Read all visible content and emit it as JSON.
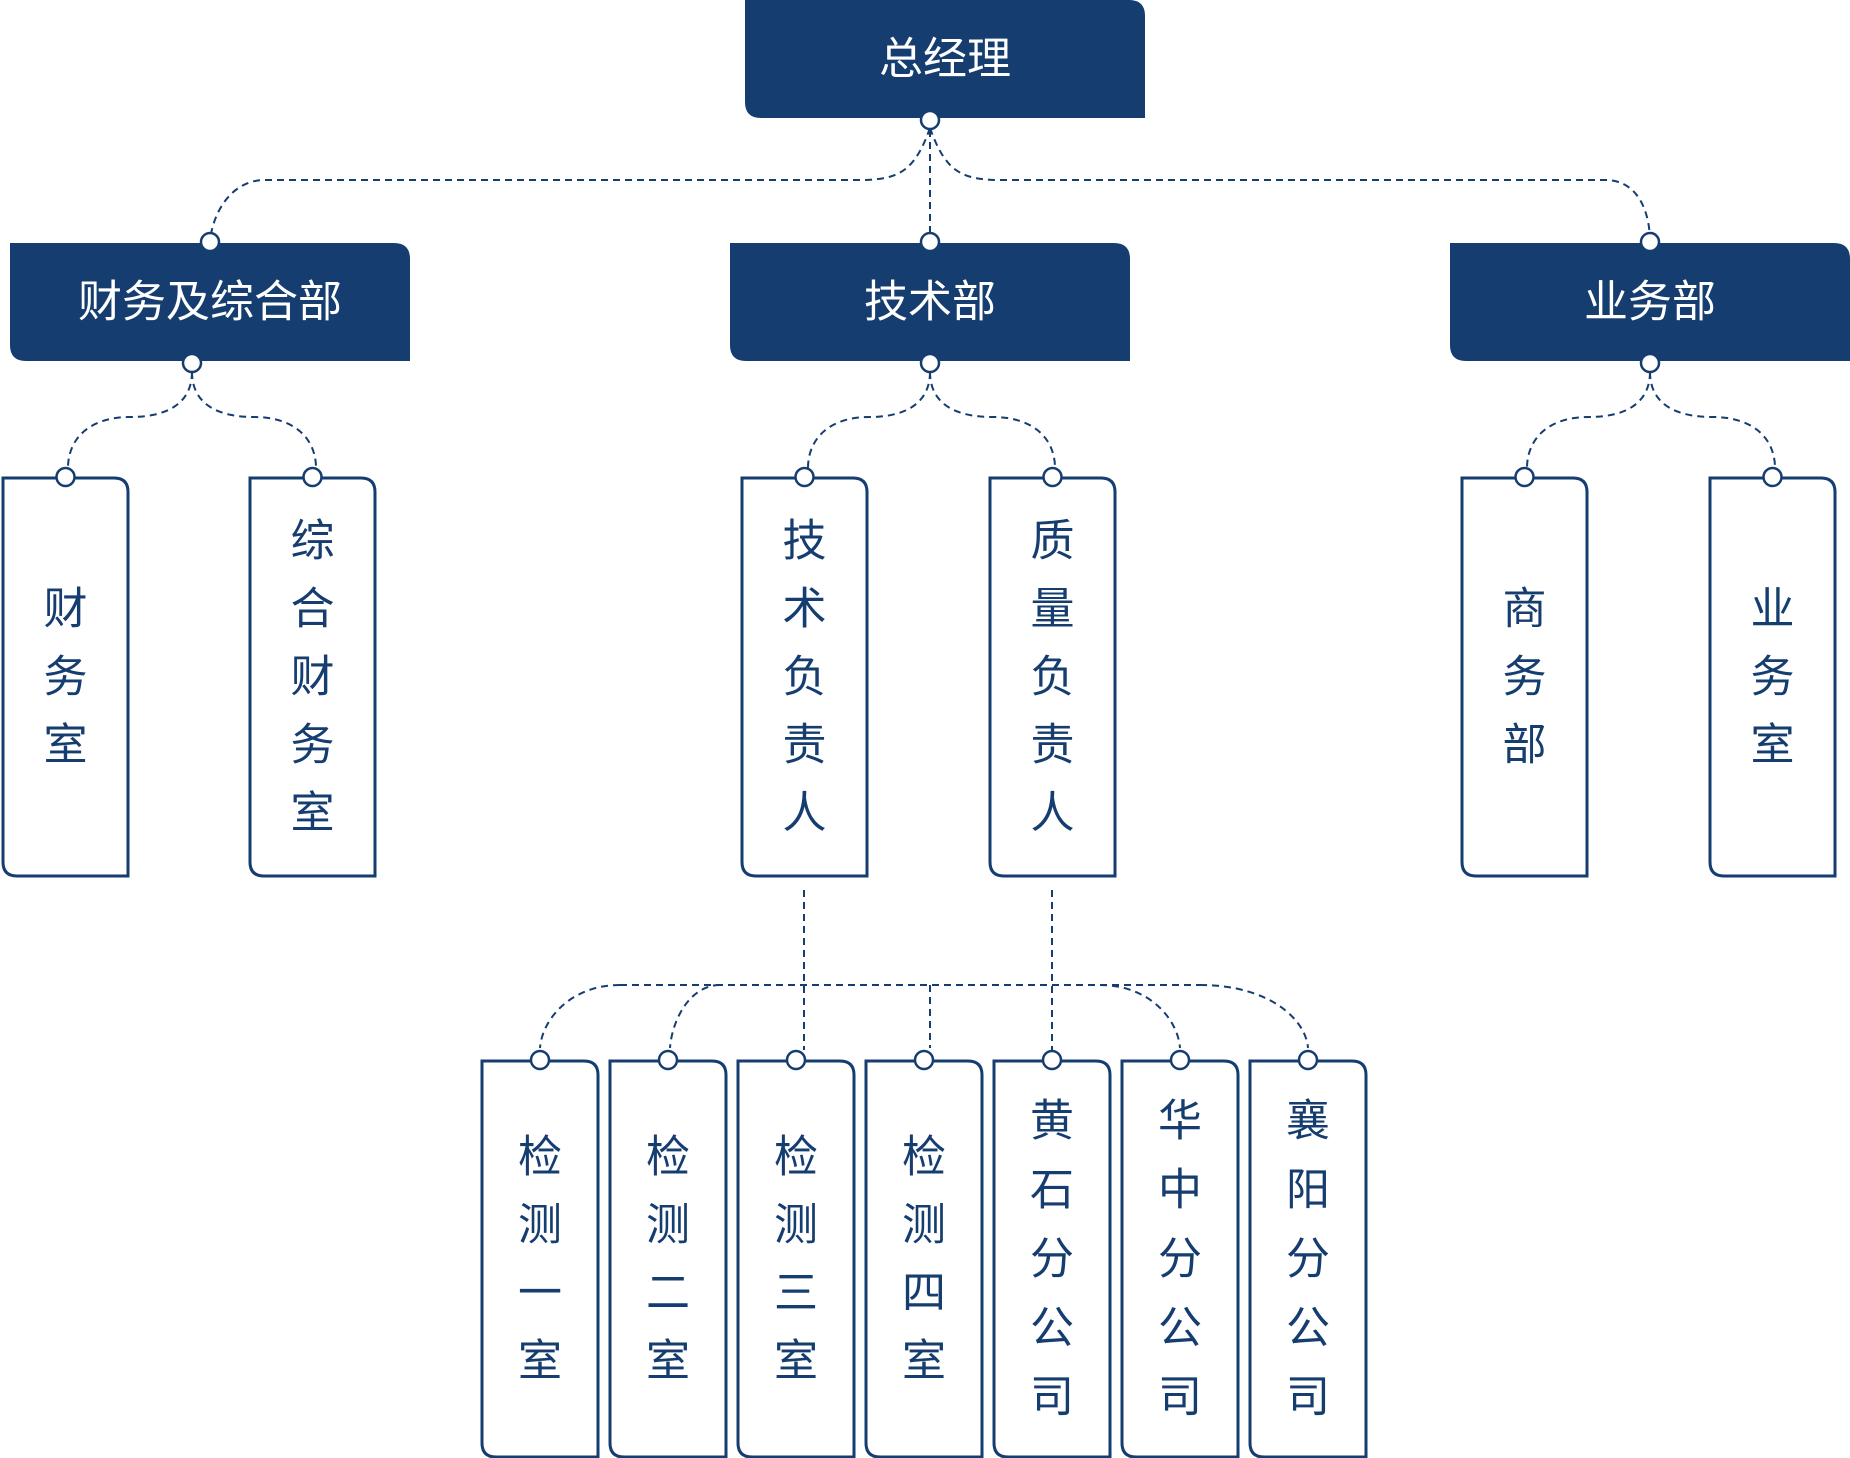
{
  "colors": {
    "primary": "#153d6f",
    "background": "#ffffff"
  },
  "top": {
    "label": "总经理"
  },
  "departments": [
    {
      "label": "财务及综合部",
      "children": [
        {
          "label": "财务室"
        },
        {
          "label": "综合财务室"
        }
      ]
    },
    {
      "label": "技术部",
      "children": [
        {
          "label": "技术负责人"
        },
        {
          "label": "质量负责人"
        }
      ]
    },
    {
      "label": "业务部",
      "children": [
        {
          "label": "商务部"
        },
        {
          "label": "业务室"
        }
      ]
    }
  ],
  "units": [
    {
      "label": "检测一室"
    },
    {
      "label": "检测二室"
    },
    {
      "label": "检测三室"
    },
    {
      "label": "检测四室"
    },
    {
      "label": "黄石分公司"
    },
    {
      "label": "华中分公司"
    },
    {
      "label": "襄阳分公司"
    }
  ]
}
